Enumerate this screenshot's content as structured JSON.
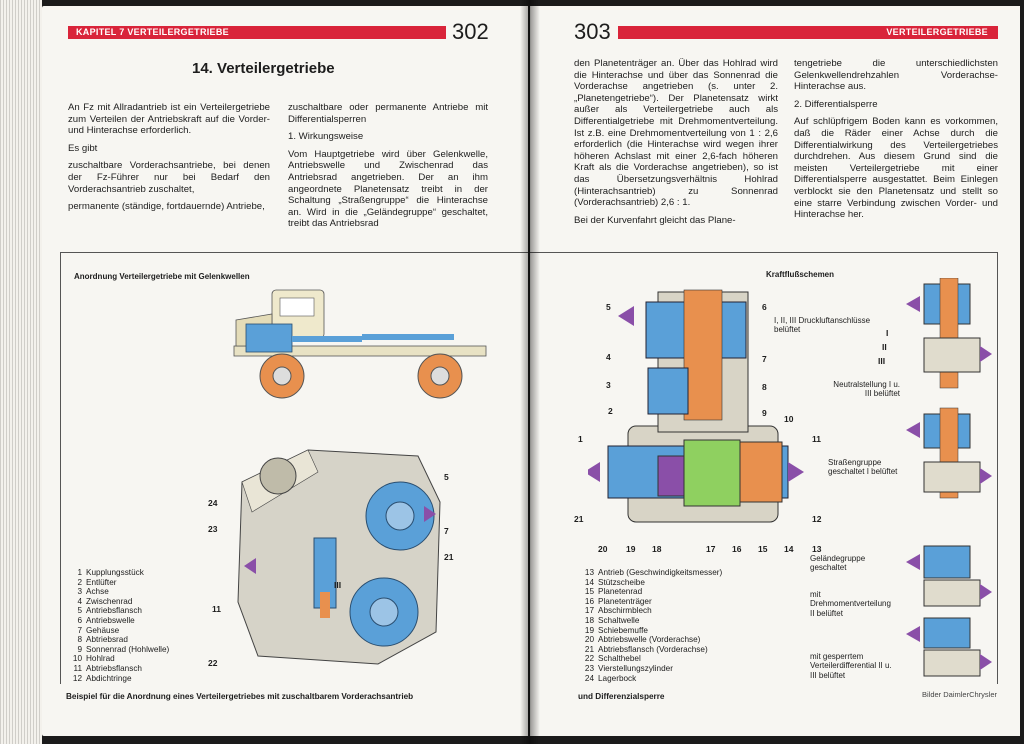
{
  "left_page": {
    "header": "KAPITEL 7   VERTEILERGETRIEBE",
    "page_number": "302",
    "title": "14. Verteilergetriebe",
    "col1": [
      "An Fz mit Allradantrieb ist ein Verteilergetriebe zum Verteilen der Antriebskraft auf die Vorder- und Hinterachse erforderlich.",
      "Es gibt",
      "zuschaltbare Vorderachsantriebe, bei denen der Fz-Führer nur bei Bedarf den Vorderachsantrieb zuschaltet,",
      "permanente (ständige, fortdauernde) Antriebe,"
    ],
    "col2_intro": "zuschaltbare oder permanente Antriebe mit Differentialsperren",
    "col2_heading": "1. Wirkungsweise",
    "col2_body": "Vom Hauptgetriebe wird über Gelenkwelle, Antriebswelle und Zwischenrad das Antriebsrad angetrieben. Der an ihm angeordnete Planetensatz treibt in der Schaltung „Straßengruppe“ die Hinterachse an. Wird in die „Geländegruppe“ geschaltet, treibt das Antriebsrad",
    "figure_title": "Anordnung Verteilergetriebe mit Gelenkwellen",
    "legend": [
      {
        "n": "1",
        "t": "Kupplungsstück"
      },
      {
        "n": "2",
        "t": "Entlüfter"
      },
      {
        "n": "3",
        "t": "Achse"
      },
      {
        "n": "4",
        "t": "Zwischenrad"
      },
      {
        "n": "5",
        "t": "Antriebsflansch"
      },
      {
        "n": "6",
        "t": "Antriebswelle"
      },
      {
        "n": "7",
        "t": "Gehäuse"
      },
      {
        "n": "8",
        "t": "Abtriebsrad"
      },
      {
        "n": "9",
        "t": "Sonnenrad (Hohlwelle)"
      },
      {
        "n": "10",
        "t": "Hohlrad"
      },
      {
        "n": "11",
        "t": "Abtriebsflansch"
      },
      {
        "n": "12",
        "t": "Abdichtringe"
      }
    ],
    "callouts": [
      "24",
      "23",
      "11",
      "22",
      "5",
      "7",
      "21",
      "III"
    ],
    "caption": "Beispiel für die Anordnung eines Verteilergetriebes mit zuschaltbarem Vorderachsantrieb"
  },
  "right_page": {
    "page_number": "303",
    "header": "VERTEILERGETRIEBE",
    "col1_body": "den Planetenträger an. Über das Hohlrad wird die Hinterachse und über das Sonnenrad die Vorderachse angetrieben (s. unter 2. „Planetengetriebe“). Der Planetensatz wirkt außer als Verteilergetriebe auch als Differentialgetriebe mit Drehmomentverteilung. Ist z.B. eine Drehmomentverteilung von 1 : 2,6 erforderlich (die Hinterachse wird wegen ihrer höheren Achslast mit einer 2,6-fach höheren Kraft als die Vorderachse angetrieben), so ist das Übersetzungsverhältnis Hohlrad (Hinterachsantrieb) zu Sonnenrad (Vorderachsantrieb) 2,6 : 1.",
    "col1_last": "Bei der Kurvenfahrt gleicht das Plane-",
    "col2_first": "tengetriebe die unterschiedlichsten Gelenkwellendrehzahlen Vorderachse-Hinterachse aus.",
    "col2_heading": "2. Differentialsperre",
    "col2_body": "Auf schlüpfrigem Boden kann es vorkommen, daß die Räder einer Achse durch die Differentialwirkung des Verteilergetriebes durchdrehen. Aus diesem Grund sind die meisten Verteilergetriebe mit einer Differentialsperre ausgestattet. Beim Einlegen verblockt sie den Planetensatz und stellt so eine starre Verbindung zwischen Vorder- und Hinterachse her.",
    "figure_title": "Kraftflußschemen",
    "schema_labels": [
      "I, II, III Druckluftanschlüsse belüftet",
      "Neutralstellung I u. III belüftet",
      "Straßengruppe geschaltet I belüftet",
      "Geländegruppe geschaltet",
      "mit Drehmomentverteilung II belüftet",
      "mit gesperrtem Verteilerdifferential II u. III belüftet"
    ],
    "roman": [
      "I",
      "II",
      "III"
    ],
    "section_numbers": [
      "5",
      "6",
      "4",
      "7",
      "3",
      "8",
      "2",
      "9",
      "10",
      "1",
      "11",
      "21",
      "12",
      "20",
      "19",
      "18",
      "17",
      "16",
      "15",
      "14",
      "13"
    ],
    "legend": [
      {
        "n": "13",
        "t": "Antrieb (Geschwindigkeitsmesser)"
      },
      {
        "n": "14",
        "t": "Stützscheibe"
      },
      {
        "n": "15",
        "t": "Planetenrad"
      },
      {
        "n": "16",
        "t": "Planetenträger"
      },
      {
        "n": "17",
        "t": "Abschirmblech"
      },
      {
        "n": "18",
        "t": "Schaltwelle"
      },
      {
        "n": "19",
        "t": "Schiebemuffe"
      },
      {
        "n": "20",
        "t": "Abtriebswelle (Vorderachse)"
      },
      {
        "n": "21",
        "t": "Abtriebsflansch (Vorderachse)"
      },
      {
        "n": "22",
        "t": "Schalthebel"
      },
      {
        "n": "23",
        "t": "Vierstellungszylinder"
      },
      {
        "n": "24",
        "t": "Lagerbock"
      }
    ],
    "caption": "und Differenzialsperre",
    "credit": "Bilder DaimlerChrysler"
  },
  "colors": {
    "accent": "#d9243a",
    "steel_blue": "#5aa0d8",
    "purple": "#8a4fa8",
    "orange": "#e8904e",
    "cream": "#e8e2c4"
  }
}
